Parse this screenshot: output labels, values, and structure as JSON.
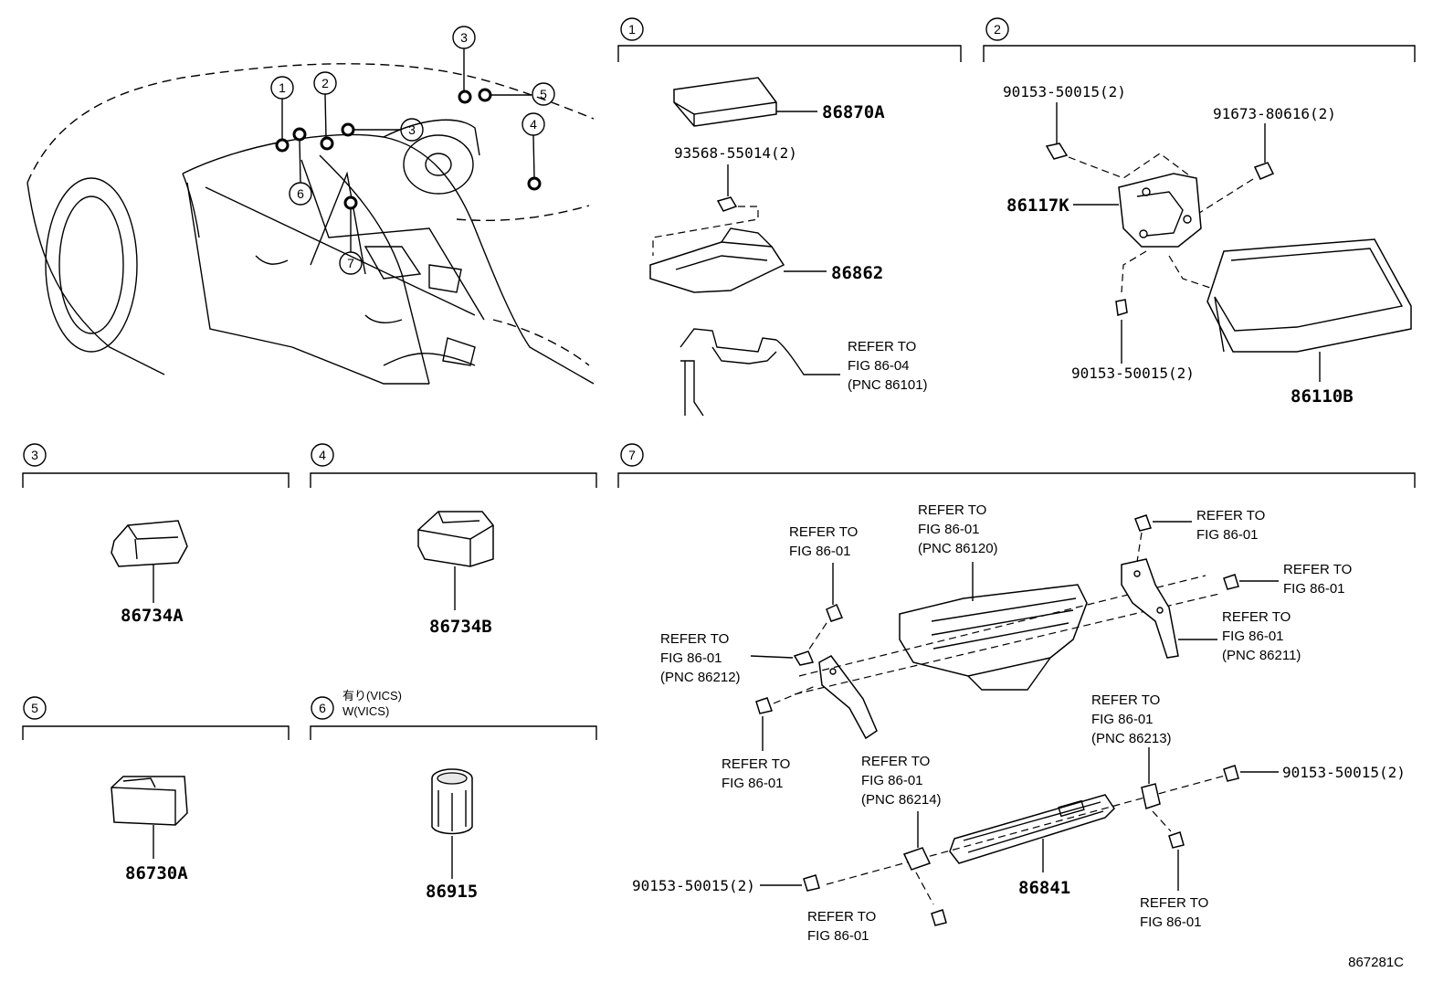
{
  "sections": [
    {
      "id": "1",
      "circle": "1"
    },
    {
      "id": "2",
      "circle": "2"
    },
    {
      "id": "3",
      "circle": "3"
    },
    {
      "id": "4",
      "circle": "4"
    },
    {
      "id": "5",
      "circle": "5"
    },
    {
      "id": "6",
      "circle": "6",
      "note_jp": "有り(VICS)",
      "note_en": "W(VICS)"
    },
    {
      "id": "7",
      "circle": "7"
    }
  ],
  "car_callouts": [
    "1",
    "2",
    "3",
    "3",
    "4",
    "5",
    "6",
    "7"
  ],
  "labels": {
    "s1_86870A": "86870A",
    "s1_93568": "93568-55014(2)",
    "s1_86862": "86862",
    "s1_ref1": "REFER TO",
    "s1_ref2": "FIG 86-04",
    "s1_ref3": "(PNC 86101)",
    "s2_90153a": "90153-50015(2)",
    "s2_91673": "91673-80616(2)",
    "s2_86117K": "86117K",
    "s2_90153b": "90153-50015(2)",
    "s2_86110B": "86110B",
    "s3_86734A": "86734A",
    "s4_86734B": "86734B",
    "s5_86730A": "86730A",
    "s6_86915": "86915",
    "s7_r1a": "REFER TO",
    "s7_r1b": "FIG 86-01",
    "s7_r2a": "REFER TO",
    "s7_r2b": "FIG 86-01",
    "s7_r2c": "(PNC 86120)",
    "s7_r3a": "REFER TO",
    "s7_r3b": "FIG 86-01",
    "s7_r4a": "REFER TO",
    "s7_r4b": "FIG 86-01",
    "s7_r5a": "REFER TO",
    "s7_r5b": "FIG 86-01",
    "s7_r5c": "(PNC 86211)",
    "s7_r6a": "REFER TO",
    "s7_r6b": "FIG 86-01",
    "s7_r6c": "(PNC 86212)",
    "s7_r7a": "REFER TO",
    "s7_r7b": "FIG 86-01",
    "s7_r8a": "REFER TO",
    "s7_r8b": "FIG 86-01",
    "s7_r8c": "(PNC 86214)",
    "s7_r9a": "REFER TO",
    "s7_r9b": "FIG 86-01",
    "s7_r9c": "(PNC 86213)",
    "s7_90153a": "90153-50015(2)",
    "s7_90153b": "90153-50015(2)",
    "s7_86841": "86841",
    "s7_r10a": "REFER TO",
    "s7_r10b": "FIG 86-01",
    "s7_r11a": "REFER TO",
    "s7_r11b": "FIG 86-01"
  },
  "figure_id": "867281C"
}
